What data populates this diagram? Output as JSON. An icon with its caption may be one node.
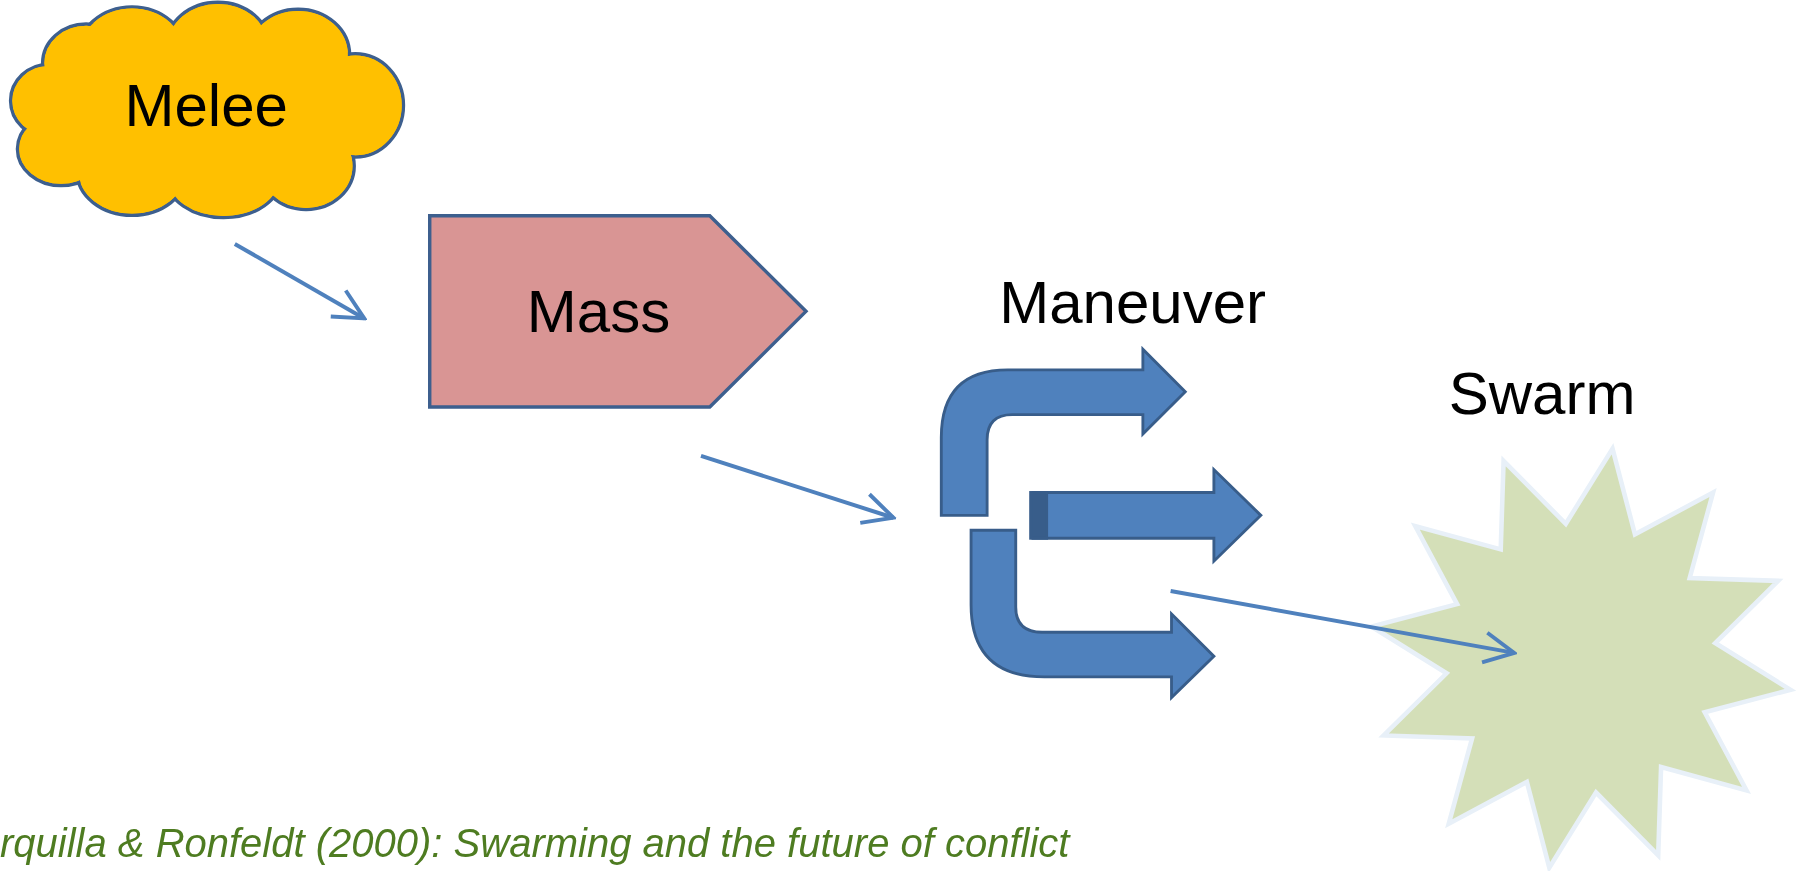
{
  "diagram": {
    "caption": "rquilla & Ronfeldt (2000): Swarming and the future of conflict",
    "nodes": [
      {
        "text": [
          "Melee"
        ]
      },
      {
        "text": [
          "Mass"
        ]
      },
      {
        "text": [
          "Maneuver"
        ]
      },
      {
        "text": [
          "Swarm"
        ]
      }
    ],
    "edges": [
      {
        "from": 0,
        "to": 1,
        "arrow": "to"
      },
      {
        "from": 1,
        "to": 2,
        "arrow": "to"
      },
      {
        "from": 2,
        "to": 3,
        "arrow": "to"
      }
    ]
  }
}
